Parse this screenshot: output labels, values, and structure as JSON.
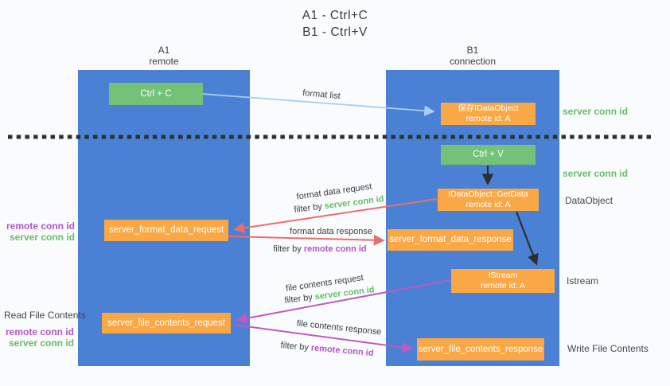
{
  "title": {
    "line1": "A1 - Ctrl+C",
    "line2": "B1 - Ctrl+V"
  },
  "lanes": {
    "a": {
      "name": "A1",
      "role": "remote"
    },
    "b": {
      "name": "B1",
      "role": "connection"
    }
  },
  "nodes": {
    "ctrl_c": "Ctrl + C",
    "ctrl_v": "Ctrl + V",
    "save_dataobject": {
      "line1": "保存IDataObject",
      "line2": "remote id: A"
    },
    "getdata": {
      "line1": "IDataObject::GetData",
      "line2": "remote id: A"
    },
    "istream": {
      "line1": "IStream",
      "line2": "remote id: A"
    },
    "format_request": "server_format_data_request",
    "format_response": "server_format_data_response",
    "file_request": "server_file_contents_request",
    "file_response": "server_file_contents_response"
  },
  "edge_labels": {
    "format_list": "format list",
    "format_data_request": "format data request",
    "format_data_response": "format data response",
    "file_contents_request": "file contents request",
    "file_contents_response": "file contents response",
    "filter_by": "filter by",
    "server_conn_id": "server conn id",
    "remote_conn_id": "remote conn id"
  },
  "side_labels": {
    "server_conn_id_top": "server conn id",
    "server_conn_id_mid": "server conn id",
    "dataobject": "DataObject",
    "istream": "Istream",
    "write_file_contents": "Write File Contents",
    "read_file_contents": "Read File Contents",
    "remote_conn_id_format": "remote conn id",
    "server_conn_id_format": "server conn id",
    "remote_conn_id_file": "remote conn id",
    "server_conn_id_file": "server conn id"
  },
  "colors": {
    "lane_blue": "#4a81d4",
    "node_green": "#74c178",
    "node_orange": "#f9a845",
    "arrow_light_blue": "#a6cff1",
    "arrow_red": "#e96e6e",
    "arrow_magenta": "#c159c1",
    "arrow_black": "#2e2e2e",
    "label_green": "#67bd68",
    "label_purple": "#b355c7"
  }
}
